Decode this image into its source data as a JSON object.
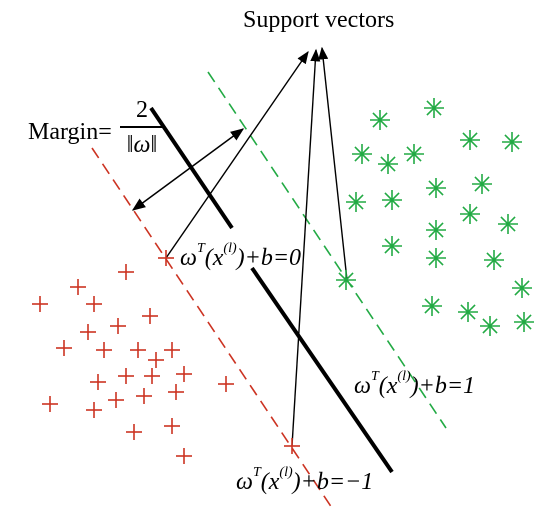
{
  "title": "Support vectors",
  "margin": {
    "label": "Margin=",
    "numerator": "2",
    "denominator": "‖ω‖"
  },
  "equations": {
    "hyperplane": {
      "lhs_omega": "ω",
      "sup_t": "T",
      "x_open": "(x",
      "sup_l": "(l)",
      "rest": ")+b=0"
    },
    "positive": {
      "lhs_omega": "ω",
      "sup_t": "T",
      "x_open": "(x",
      "sup_l": "(l)",
      "rest": ")+b=1"
    },
    "negative": {
      "lhs_omega": "ω",
      "sup_t": "T",
      "x_open": "(x",
      "sup_l": "(l)",
      "rest": ")+b=−1"
    }
  },
  "colors": {
    "negative_class": "#cc3322",
    "positive_class": "#22aa44",
    "lines": "#000000"
  },
  "icons": {
    "negative_point": "plus-marker",
    "positive_point": "asterisk-marker"
  }
}
